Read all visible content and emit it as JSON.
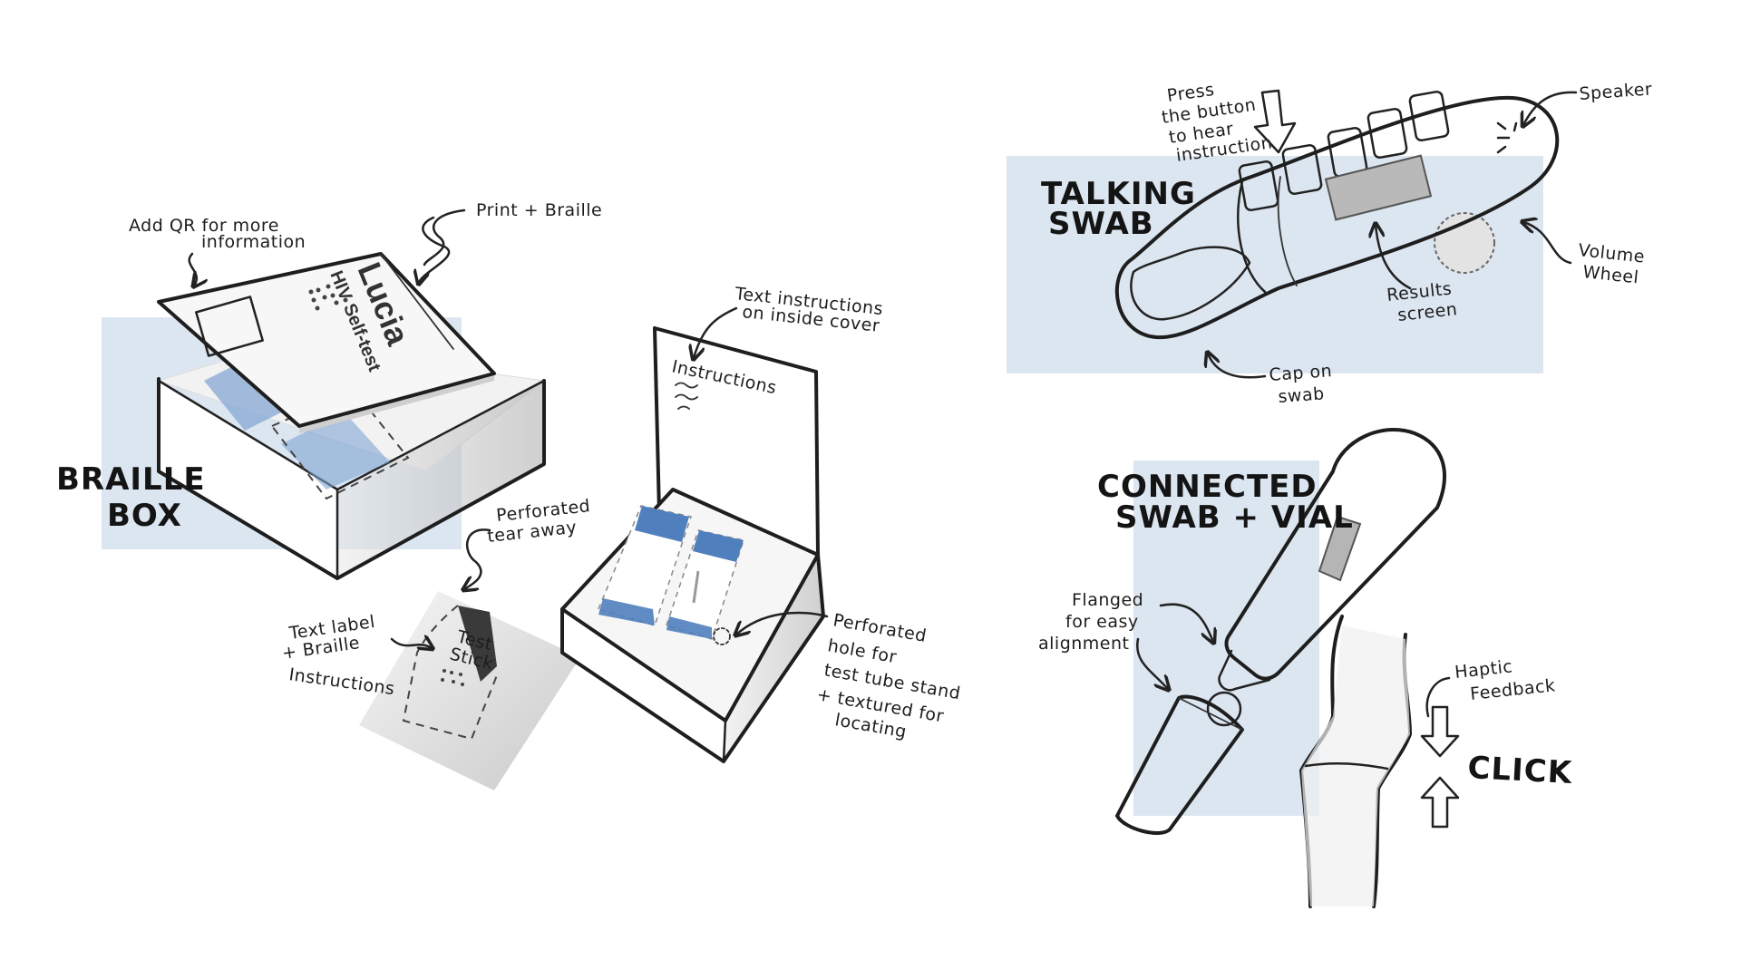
{
  "sections": {
    "braille_box": {
      "title_line1": "BRAILLE",
      "title_line2": "BOX"
    },
    "talking_swab": {
      "title_line1": "TALKING",
      "title_line2": "SWAB"
    },
    "connected": {
      "title_line1": "CONNECTED",
      "title_line2": "SWAB + VIAL"
    }
  },
  "box_lid": {
    "brand": "Lucia",
    "subtitle": "HIV Self-test"
  },
  "annotations": {
    "qr": [
      "Add QR for more",
      "information"
    ],
    "print_braille": "Print + Braille",
    "inside_text": [
      "Text instructions",
      "on inside cover"
    ],
    "instructions_heading": "Instructions",
    "perforated_tear": [
      "Perforated",
      "tear away"
    ],
    "text_label": [
      "Text label",
      "+ Braille",
      "Instructions"
    ],
    "test_stick": [
      "Test",
      "Stick"
    ],
    "perforated_hole": [
      "Perforated",
      "hole for",
      "test tube stand",
      "+ textured for",
      "locating"
    ],
    "press_button": [
      "Press",
      "the button",
      "to hear",
      "instruction"
    ],
    "speaker": "Speaker",
    "volume": [
      "Volume",
      "Wheel"
    ],
    "results": [
      "Results",
      "screen"
    ],
    "cap": [
      "Cap on",
      "swab"
    ],
    "flanged": [
      "Flanged",
      "for easy",
      "alignment"
    ],
    "haptic": [
      "Haptic",
      "Feedback"
    ],
    "click": "CLICK"
  },
  "colors": {
    "panel_blue": "#dce6f1",
    "ink": "#1e1e1e",
    "package_blue": "#4f7fbd",
    "shade_gray": "#c9c9c9"
  }
}
